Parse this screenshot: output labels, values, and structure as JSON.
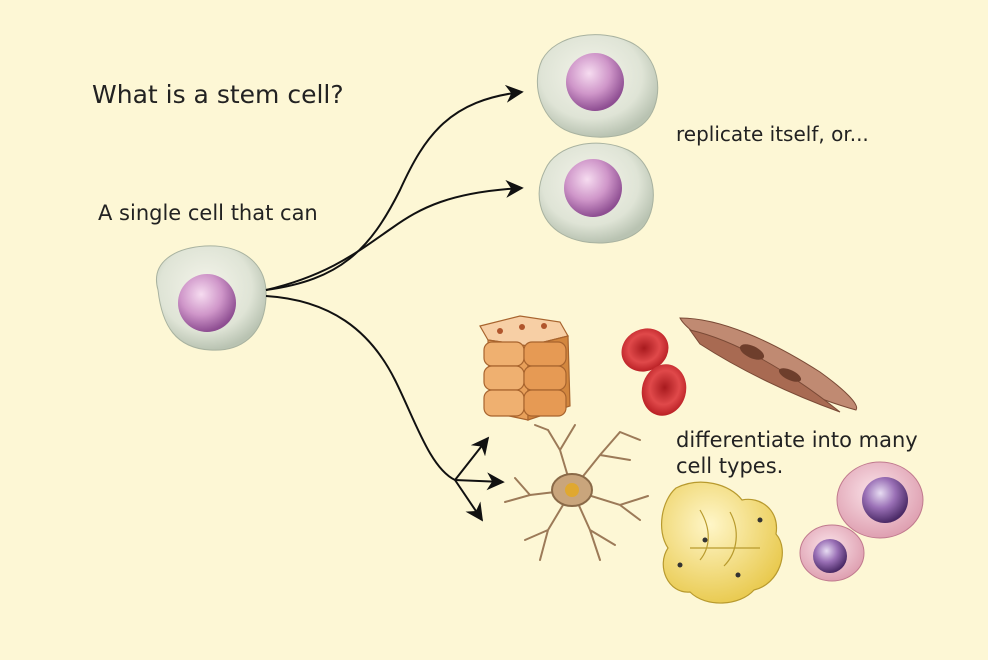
{
  "diagram": {
    "title": "What is a stem cell?",
    "intro": "A single cell that can",
    "replicate_caption": "replicate itself, or...",
    "differentiate_caption_line1": "differentiate into many",
    "differentiate_caption_line2": "cell types."
  },
  "colors": {
    "background": "#fdf7d5",
    "stem_cell_body": "#e2e6d8",
    "stem_cell_nucleus": "#c58ac3",
    "red_blood_cell": "#c8242a",
    "muscle_cell": "#b07a62",
    "epithelial_cell": "#e8a864",
    "neuron": "#a88866",
    "fat_cell": "#f2dc6e",
    "blood_cell_pink": "#eab6c4",
    "blood_cell_nucleus": "#7a4a8e"
  }
}
